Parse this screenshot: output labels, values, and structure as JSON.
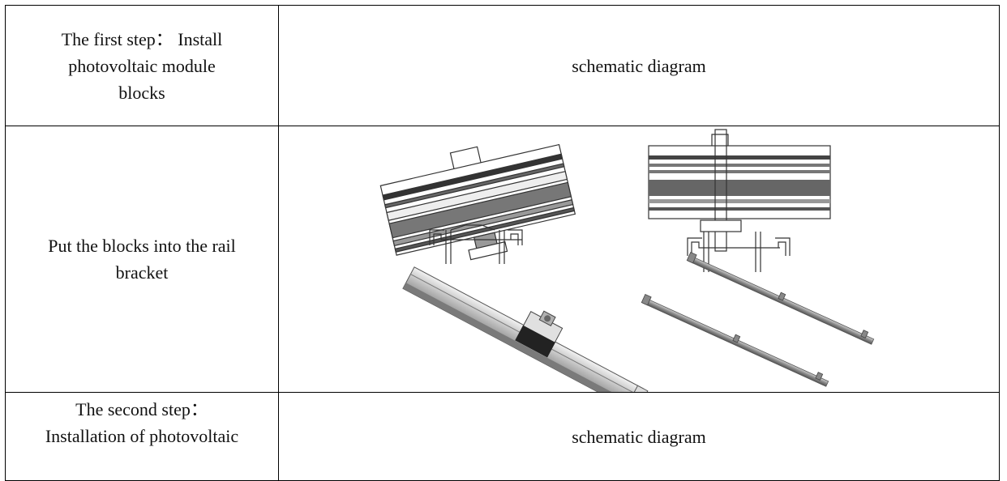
{
  "table": {
    "rows": [
      {
        "step": "The first step： Install\nphotovoltaic module\nblocks",
        "right": "schematic diagram"
      },
      {
        "step": "Put the blocks into the rail\nbracket",
        "right": ""
      },
      {
        "step": "The second step：\nInstallation of photovoltaic",
        "right": "schematic diagram"
      }
    ]
  },
  "figure": {
    "panels": [
      "tilted-clamp-section",
      "front-clamp-section",
      "clamp-on-rail-3d",
      "rails-with-blocks"
    ],
    "colors": {
      "metal_dark": "#555555",
      "metal_mid": "#9a9a9a",
      "metal_light": "#d9d9d9",
      "line": "#333333"
    }
  }
}
